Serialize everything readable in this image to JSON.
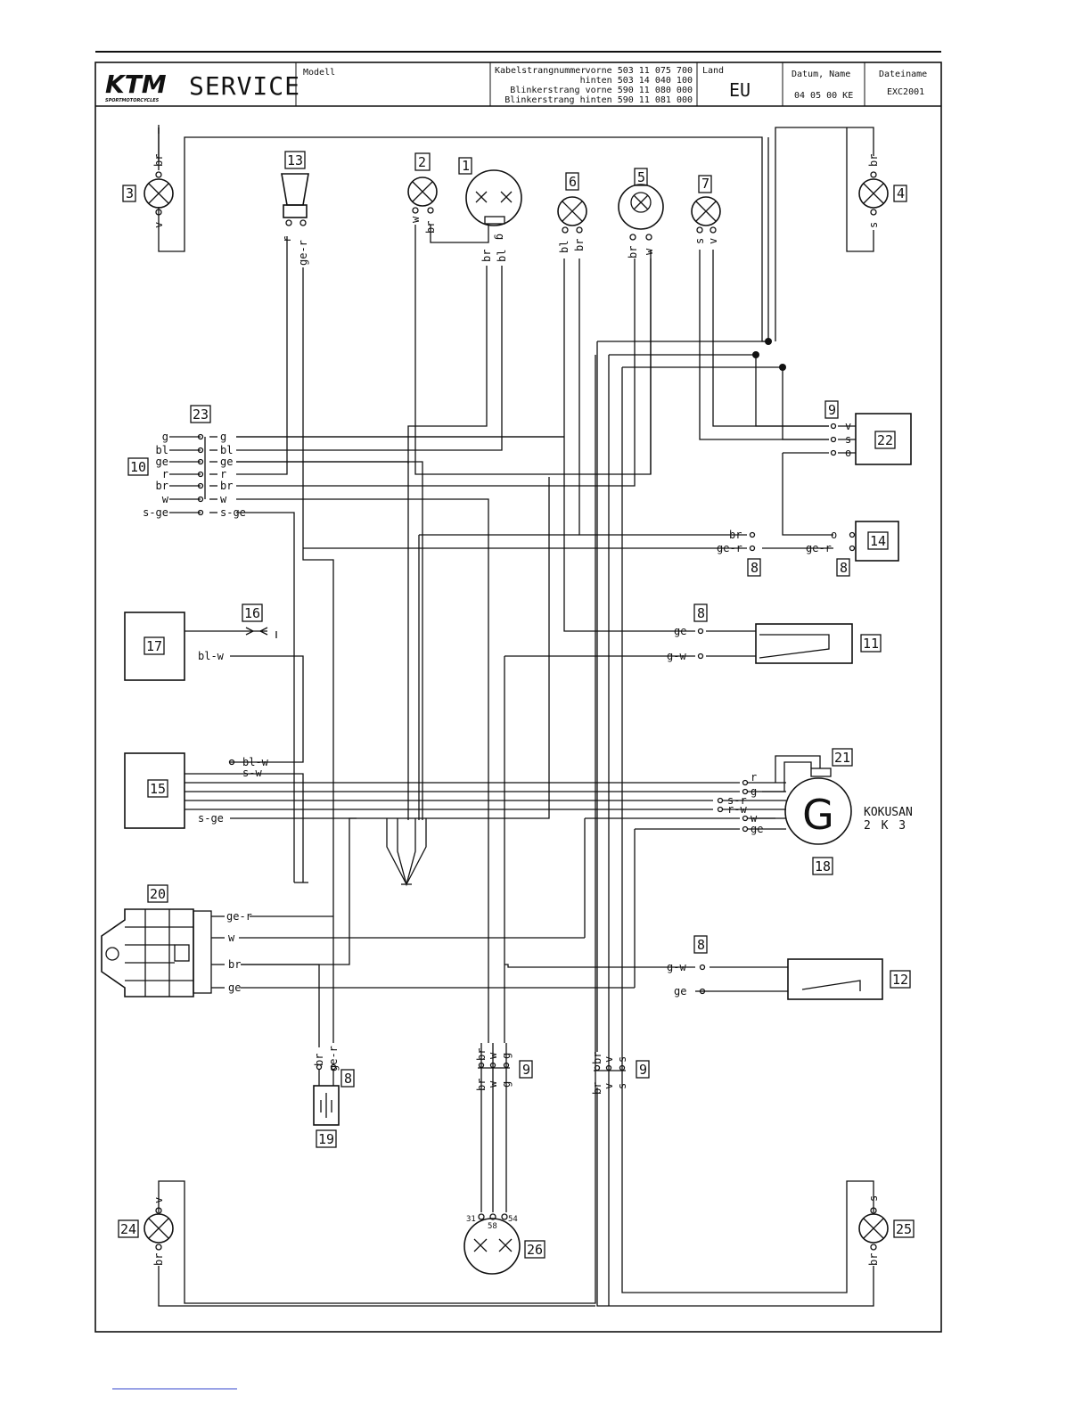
{
  "header": {
    "brand": "KTM",
    "brand_tagline": "SPORTMOTORCYCLES",
    "service_label": "SERVICE",
    "modell_label": "Modell",
    "kabel_label": "Kabelstrangnummer",
    "kabel_lines": [
      "vorne 503 11 075 700",
      "hinten 503 14 040 100",
      "Blinkerstrang vorne 590 11 080 000",
      "Blinkerstrang hinten 590 11 081 000"
    ],
    "land_label": "Land",
    "land_value": "EU",
    "datum_label": "Datum, Name",
    "datum_value": "04 05 00 KE",
    "datei_label": "Dateiname",
    "datei_value": "EXC2001"
  },
  "components": {
    "c1": "1",
    "c2": "2",
    "c3": "3",
    "c4": "4",
    "c5": "5",
    "c6": "6",
    "c7": "7",
    "c10": "10",
    "c11": "11",
    "c12": "12",
    "c13": "13",
    "c14": "14",
    "c15": "15",
    "c16": "16",
    "c17": "17",
    "c18": "18",
    "c19": "19",
    "c20": "20",
    "c21": "21",
    "c22": "22",
    "c23": "23",
    "c24": "24",
    "c25": "25",
    "c26": "26",
    "conn8": "8",
    "conn9": "9"
  },
  "generator": {
    "brand": "KOKUSAN",
    "model": "2 K 3",
    "letter": "G"
  },
  "connector23_left": [
    "g",
    "bl",
    "ge",
    "r",
    "br",
    "w",
    "s-ge"
  ],
  "connector23_right": [
    "g",
    "bl",
    "ge",
    "r",
    "br",
    "w",
    "s-ge"
  ],
  "wire_labels": {
    "bulb3_top": "br",
    "bulb3_bot": "v",
    "bulb4_top": "br",
    "bulb4_bot": "s",
    "horn_a": "r",
    "horn_b": "ge-r",
    "b2_a": "w",
    "b2_b": "br",
    "dash1_a": "br",
    "dash1_b": "g",
    "dash1_c": "bl",
    "b6_a": "bl",
    "b6_b": "br",
    "b5_a": "br",
    "b5_b": "w",
    "b7_a": "s",
    "b7_b": "v",
    "c22_v": "v",
    "c22_s": "s",
    "c22_o": "o",
    "c14_br": "br",
    "c14_ger": "ge-r",
    "c14_o": "o",
    "c14_ger2": "ge-r",
    "sw11_ge": "ge",
    "sw11_gw": "g-w",
    "c17_blw": "bl-w",
    "c15_blw": "bl-w",
    "c15_sw": "s-w",
    "c15_sge": "s-ge",
    "gen_r": "r",
    "gen_g": "g",
    "gen_sr": "s-r",
    "gen_rw": "r-w",
    "gen_w": "w",
    "gen_ge": "ge",
    "cdi_ger": "ge-r",
    "cdi_w": "w",
    "cdi_br": "br",
    "cdi_ge": "ge",
    "sw12_gw": "g-w",
    "sw12_ge": "ge",
    "c19_br": "br",
    "c19_ger": "ge-r",
    "c26_br": "br",
    "c26_w": "w",
    "c26_g": "g",
    "c26_t31": "31",
    "c26_t58": "58",
    "c26_t54": "54",
    "rear_br": "br",
    "rear_v": "v",
    "rear_s": "s",
    "bulb24_top": "v",
    "bulb24_bot": "br",
    "bulb25_top": "s",
    "bulb25_bot": "br"
  }
}
